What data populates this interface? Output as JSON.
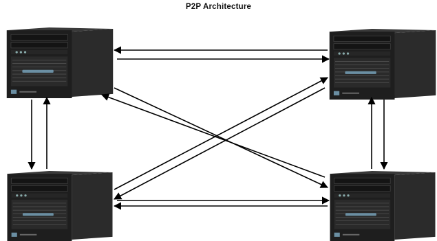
{
  "title": "P2P Architecture",
  "colors": {
    "arrow": "#000000",
    "server_front": "#1e1e1e",
    "server_side": "#2b2b2b",
    "server_top": "#3a3a3a",
    "server_vent": "#555555",
    "server_accent": "#6b8fa3"
  },
  "nodes": [
    {
      "id": "server-top-left",
      "icon": "server-tower-icon"
    },
    {
      "id": "server-top-right",
      "icon": "server-tower-icon"
    },
    {
      "id": "server-bottom-left",
      "icon": "server-tower-icon"
    },
    {
      "id": "server-bottom-right",
      "icon": "server-tower-icon"
    }
  ],
  "connections": [
    {
      "from": "server-top-right",
      "to": "server-top-left"
    },
    {
      "from": "server-top-left",
      "to": "server-top-right"
    },
    {
      "from": "server-top-left",
      "to": "server-bottom-left"
    },
    {
      "from": "server-bottom-left",
      "to": "server-top-left"
    },
    {
      "from": "server-top-right",
      "to": "server-bottom-right"
    },
    {
      "from": "server-bottom-right",
      "to": "server-top-right"
    },
    {
      "from": "server-bottom-left",
      "to": "server-bottom-right"
    },
    {
      "from": "server-bottom-right",
      "to": "server-bottom-left"
    },
    {
      "from": "server-bottom-right",
      "to": "server-top-left"
    },
    {
      "from": "server-top-left",
      "to": "server-bottom-right"
    },
    {
      "from": "server-bottom-left",
      "to": "server-top-right"
    },
    {
      "from": "server-top-right",
      "to": "server-bottom-left"
    }
  ]
}
